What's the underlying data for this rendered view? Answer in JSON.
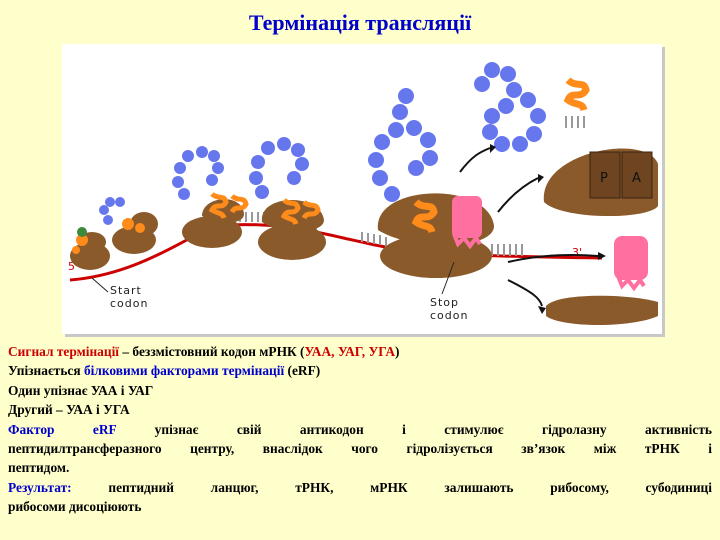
{
  "title": "Термінація трансляції",
  "figure": {
    "label_5prime": "5'",
    "label_3prime": "3'",
    "start_codon": [
      "Start",
      "codon"
    ],
    "stop_codon": [
      "Stop",
      "codon"
    ],
    "site_p": "P",
    "site_a": "A",
    "colors": {
      "ribosome": "#8b5a2b",
      "mrna": "#cc0000",
      "peptide": "#6677ee",
      "trna": "#ff8c1a",
      "release_factor": "#ff6f9f"
    }
  },
  "text": {
    "line1": {
      "term": "Сигнал термінації",
      "mid": " – беззмістовний кодон мРНК (",
      "codons": "УАА, УАГ, УГА",
      "end": ")"
    },
    "line2": {
      "start": "Упізнається ",
      "term": "білковими факторами термінації",
      "end": " (eRF)"
    },
    "line3": "Один упізнає УАА і УАГ",
    "line4": "Другий – УАА і УГА",
    "para1": {
      "term": "Фактор eRF",
      "rest1": " упізнає свій антикодон і стимулює гідролазну активність",
      "rest2": "пептидилтрансферазного центру, внаслідок чого гідролізується зв’язок між тРНК і",
      "rest3": "пептидом."
    },
    "para2": {
      "term": "Результат:",
      "rest1": " пептидний ланцюг, тРНК, мРНК залишають рибосому, субодиниці",
      "rest2": "рибосоми дисоціюють"
    }
  }
}
